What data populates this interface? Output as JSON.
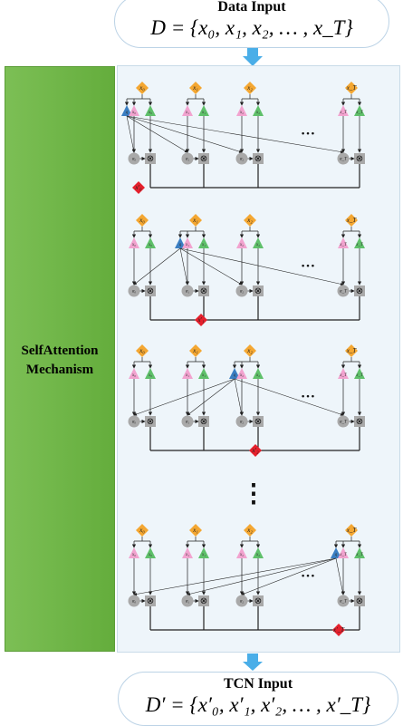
{
  "data_input": {
    "title": "Data Input",
    "equation": "D = {x₀, x₁, x₂,  … , x_T}"
  },
  "side_label": {
    "line1": "SelfAttention",
    "line2": "Mechanism"
  },
  "tcn_input": {
    "title": "TCN Input",
    "equation": "D′ = {x′₀, x′₁, x′₂,  … , x′_T}"
  },
  "diagram": {
    "ellipsis": "…",
    "vertical_ellipsis": "⋮",
    "node_labels": {
      "inputs": [
        "x₀",
        "x₁",
        "x₂",
        "x_T"
      ],
      "attention": [
        "α₀",
        "α₁",
        "α₂",
        "α_T"
      ],
      "multiply": "⊗",
      "outputs": [
        "x′₀",
        "x′₁",
        "x′₂",
        "x′_T"
      ]
    },
    "colors": {
      "input_diamond": "#f4a732",
      "query_triangle": "#3a7ec2",
      "key_triangle": "#f2a3cf",
      "value_triangle": "#5fc06a",
      "alpha_circle": "#a9a9a9",
      "multiply_box": "#a9a9a9",
      "output_diamond": "#e5202c",
      "side_bar": "#6db446",
      "panel": "#eef5fa",
      "arrow": "#4aaee8"
    }
  }
}
